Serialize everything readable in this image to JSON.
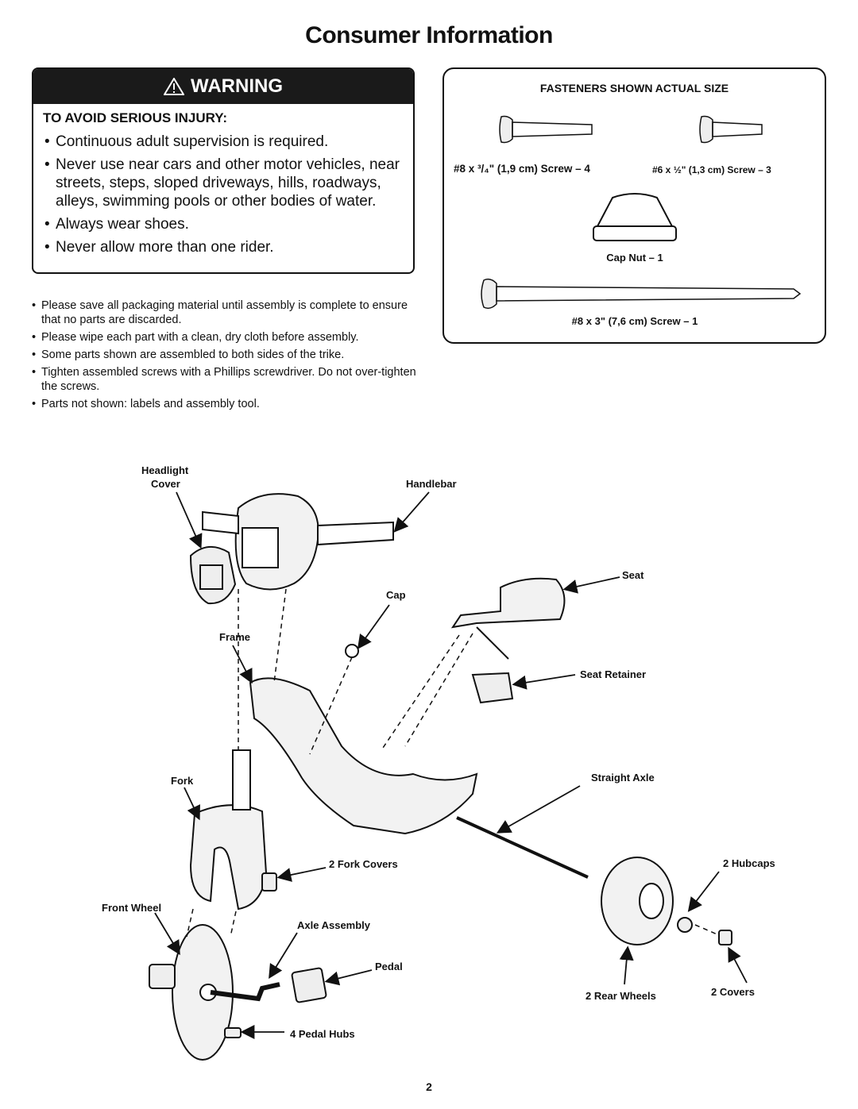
{
  "page": {
    "title": "Consumer Information",
    "page_number": "2"
  },
  "warning": {
    "header": "WARNING",
    "subheader": "TO AVOID SERIOUS INJURY:",
    "items": [
      "Continuous adult supervision is required.",
      "Never use near cars and other motor vehicles, near streets, steps, sloped driveways, hills, roadways, alleys, swimming pools or other bodies of water.",
      "Always wear shoes.",
      "Never allow more than one rider."
    ]
  },
  "notes": [
    "Please save all packaging material until assembly is complete to ensure that no parts are discarded.",
    "Please wipe each part with a clean, dry cloth before assembly.",
    "Some parts shown are assembled to both sides of the trike.",
    "Tighten assembled screws with a Phillips screwdriver. Do not over-tighten the screws.",
    "Parts not shown: labels and assembly tool."
  ],
  "fasteners": {
    "header": "FASTENERS SHOWN ACTUAL SIZE",
    "screw_34": "#8 x ³/₄\" (1,9 cm) Screw – 4",
    "screw_12": "#6 x ½\" (1,3 cm) Screw – 3",
    "cap_nut": "Cap Nut – 1",
    "screw_3": "#8 x 3\" (7,6 cm) Screw – 1"
  },
  "parts": {
    "headlight_cover_1": "Headlight",
    "headlight_cover_2": "Cover",
    "handlebar": "Handlebar",
    "seat": "Seat",
    "cap": "Cap",
    "frame": "Frame",
    "seat_retainer": "Seat Retainer",
    "fork": "Fork",
    "straight_axle": "Straight Axle",
    "fork_covers": "2 Fork Covers",
    "hubcaps": "2 Hubcaps",
    "front_wheel": "Front Wheel",
    "axle_assembly": "Axle Assembly",
    "pedal": "Pedal",
    "rear_wheels": "2 Rear Wheels",
    "covers": "2 Covers",
    "pedal_hubs": "4 Pedal Hubs"
  }
}
